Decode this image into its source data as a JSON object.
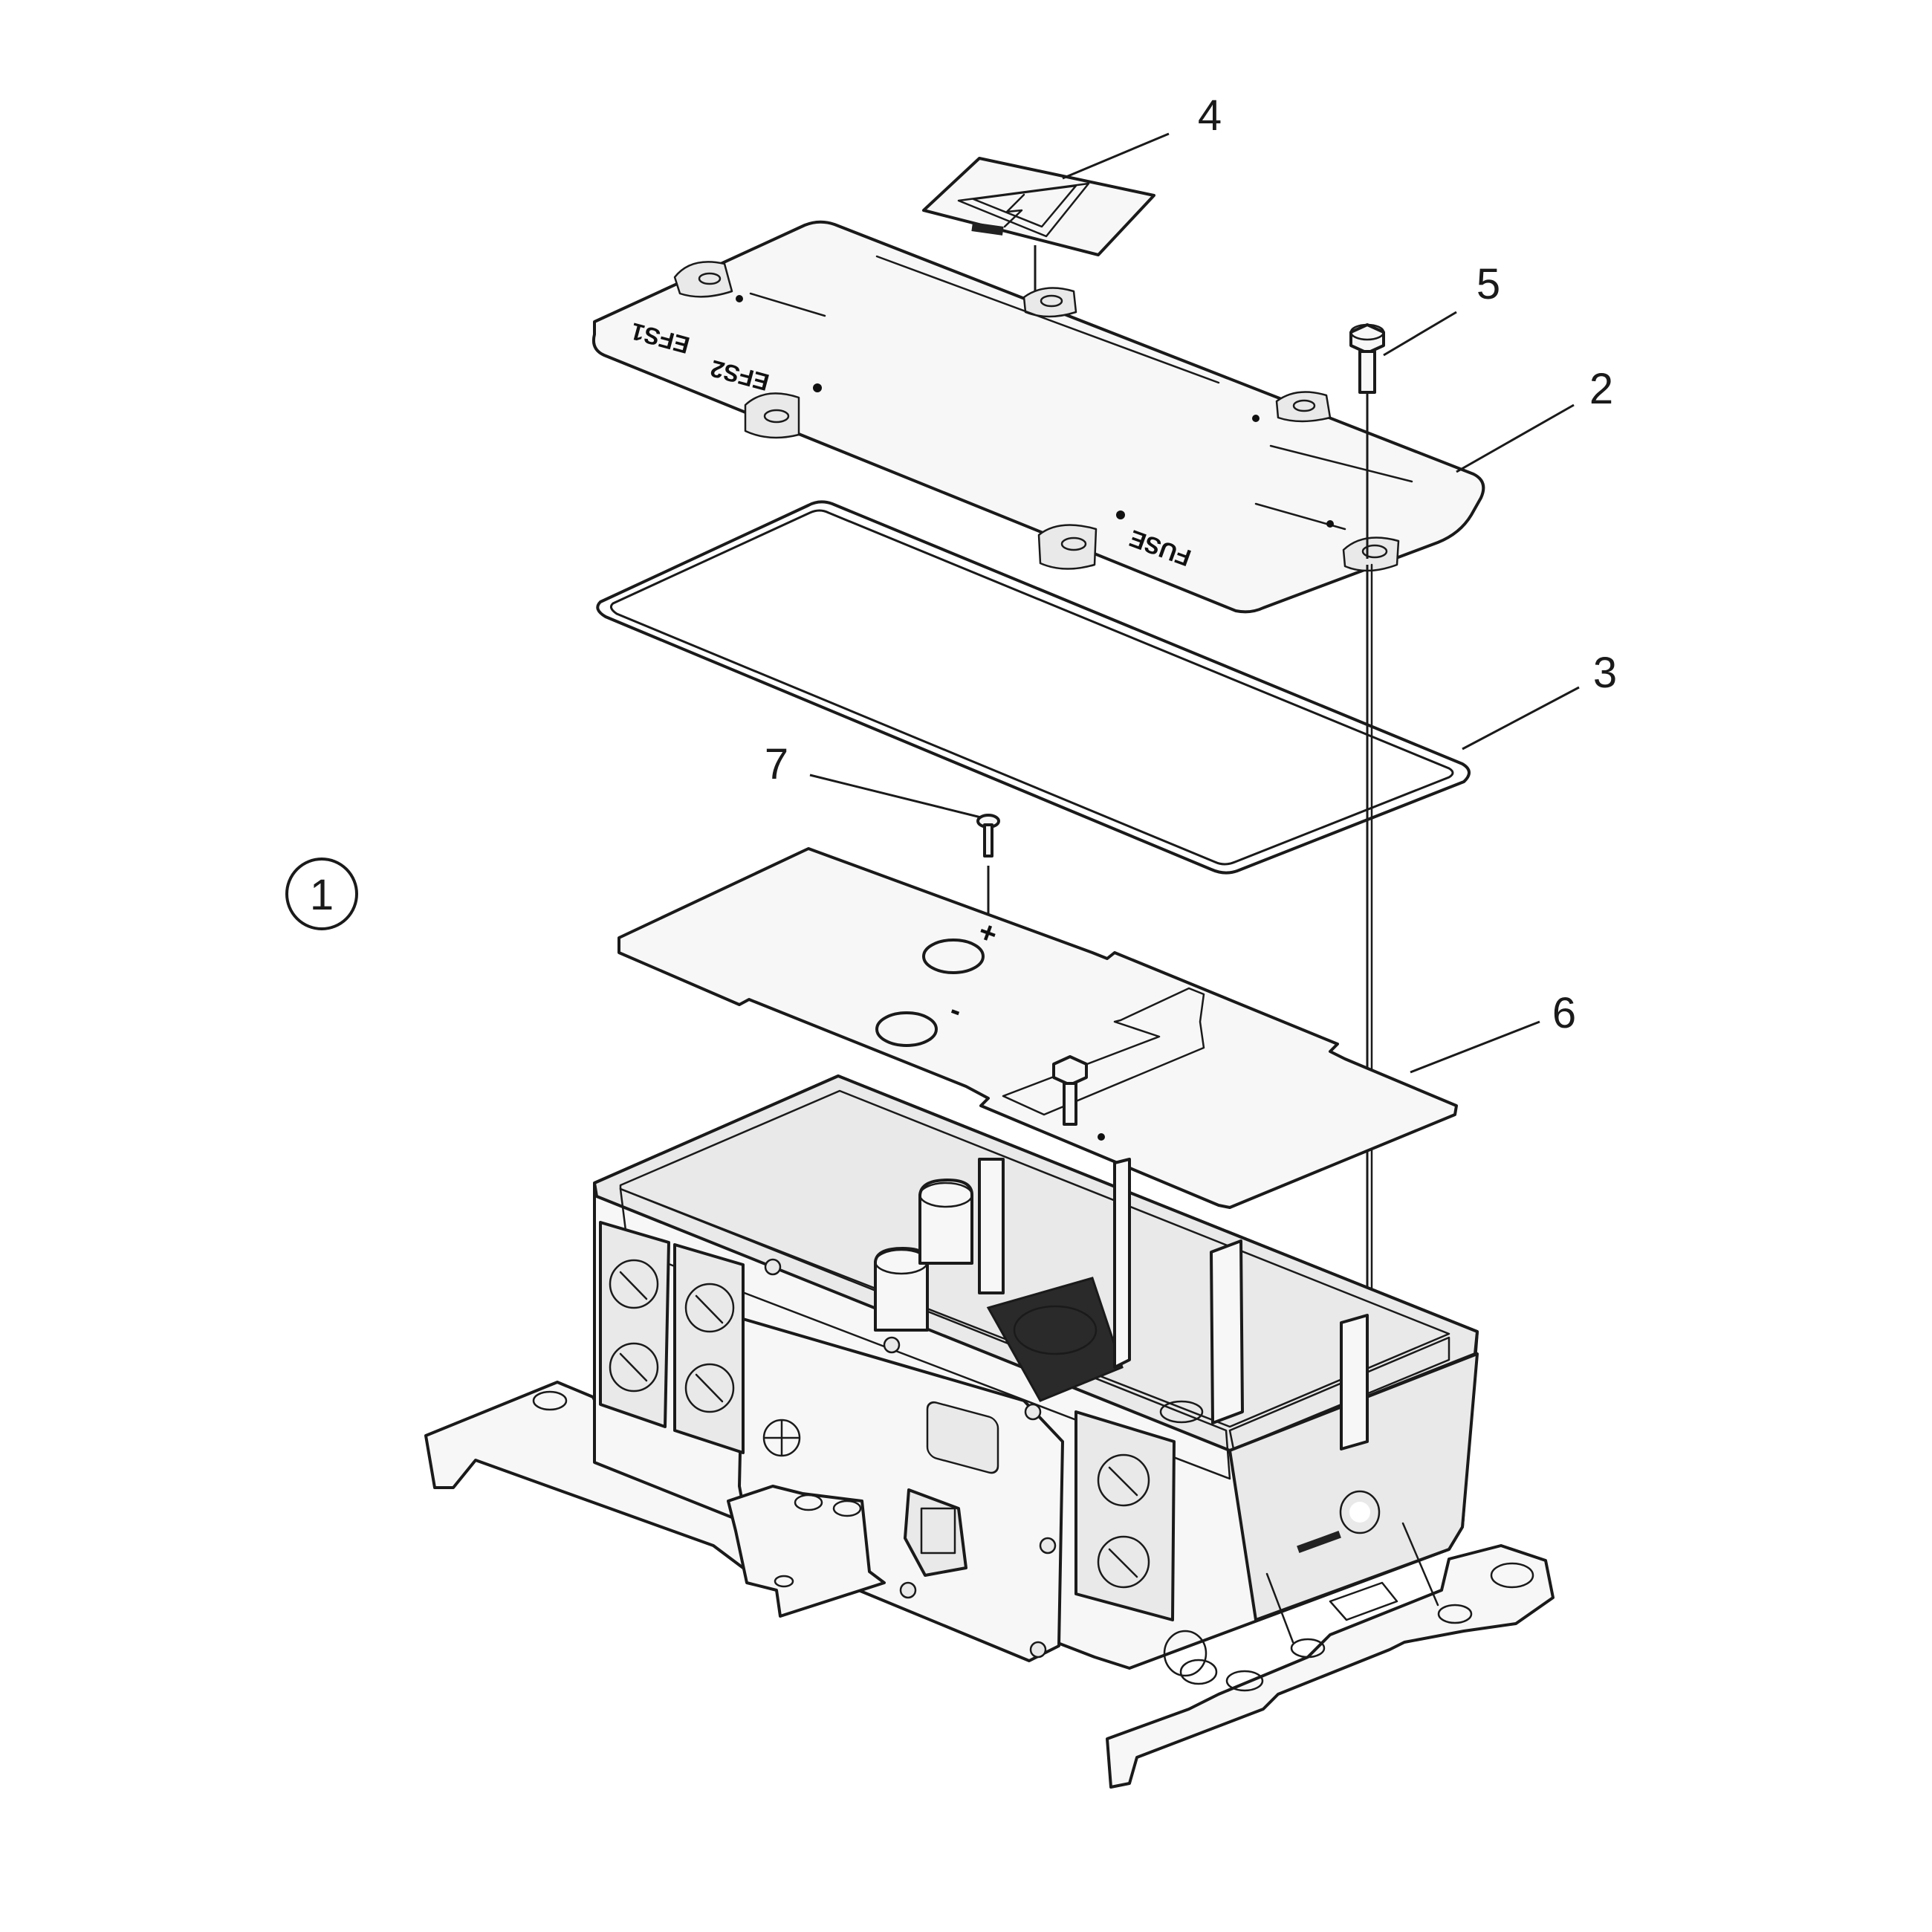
{
  "diagram": {
    "view_marker": "1",
    "callouts": {
      "cover": "2",
      "gasket": "3",
      "warning_label": "4",
      "cover_bolt": "5",
      "insulation_sheet": "6",
      "screw": "7"
    },
    "cover_markings": {
      "ef1": "EFS1",
      "ef2": "EFS2",
      "fuse": "FUSE"
    },
    "sheet_markings": {
      "plus": "+",
      "minus": "-"
    }
  }
}
